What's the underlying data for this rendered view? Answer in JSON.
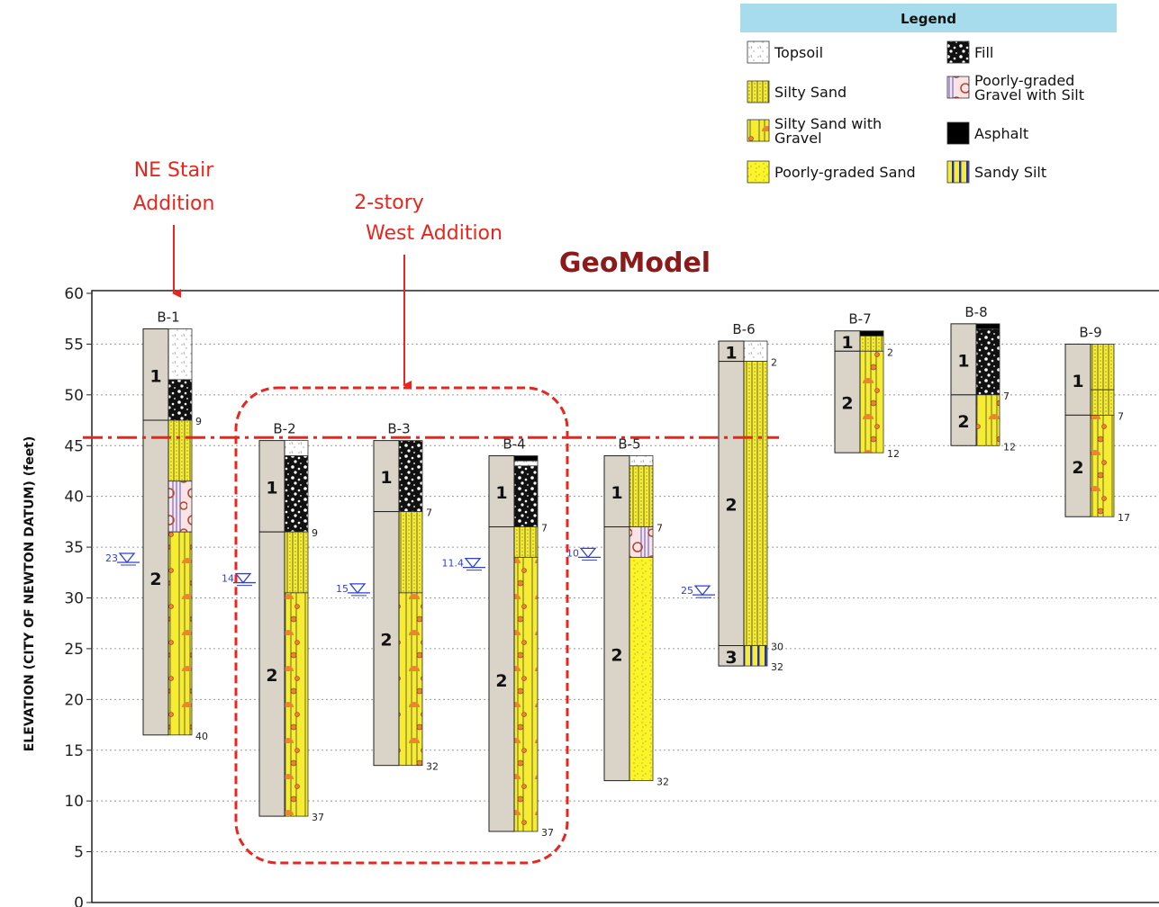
{
  "chart_data": {
    "type": "boring-log",
    "title": "GeoModel",
    "ylabel": "ELEVATION (CITY OF NEWTON DATUM) (feet)",
    "ylim": [
      0,
      60
    ],
    "yticks": [
      0,
      5,
      10,
      15,
      20,
      25,
      30,
      35,
      40,
      45,
      50,
      55,
      60
    ],
    "grid": true,
    "legend": {
      "title": "Legend",
      "items": [
        {
          "label": "Topsoil",
          "pattern": "topsoil"
        },
        {
          "label": "Fill",
          "pattern": "fill"
        },
        {
          "label": "Silty Sand",
          "pattern": "silty_sand"
        },
        {
          "label": "Poorly-graded Gravel with Silt",
          "pattern": "gravel_silt"
        },
        {
          "label": "Silty Sand with Gravel",
          "pattern": "silty_sand_gravel"
        },
        {
          "label": "Asphalt",
          "pattern": "asphalt"
        },
        {
          "label": "Poorly-graded Sand",
          "pattern": "pg_sand"
        },
        {
          "label": "Sandy Silt",
          "pattern": "sandy_silt"
        }
      ]
    },
    "borings": [
      {
        "name": "B-1",
        "top": 56.5,
        "units": [
          {
            "label": "1",
            "top": 56.5,
            "bottom": 47.5
          },
          {
            "label": "2",
            "top": 47.5,
            "bottom": 16.5
          }
        ],
        "layers": [
          {
            "mat": "topsoil",
            "top": 56.5,
            "bottom": 51.5
          },
          {
            "mat": "fill",
            "top": 51.5,
            "bottom": 47.5
          },
          {
            "mat": "silty_sand",
            "top": 47.5,
            "bottom": 41.5
          },
          {
            "mat": "gravel_silt",
            "top": 41.5,
            "bottom": 36.5
          },
          {
            "mat": "silty_sand_gravel",
            "top": 36.5,
            "bottom": 16.5
          }
        ],
        "depth_labels": [
          {
            "text": "9",
            "elev": 47.5
          },
          {
            "text": "40",
            "elev": 16.5
          }
        ],
        "water": {
          "text": "23",
          "elev": 33.5
        }
      },
      {
        "name": "B-2",
        "top": 45.5,
        "units": [
          {
            "label": "1",
            "top": 45.5,
            "bottom": 36.5
          },
          {
            "label": "2",
            "top": 36.5,
            "bottom": 8.5
          }
        ],
        "layers": [
          {
            "mat": "topsoil",
            "top": 45.5,
            "bottom": 44.0
          },
          {
            "mat": "fill",
            "top": 44.0,
            "bottom": 36.5
          },
          {
            "mat": "silty_sand",
            "top": 36.5,
            "bottom": 30.5
          },
          {
            "mat": "silty_sand_gravel",
            "top": 30.5,
            "bottom": 8.5
          }
        ],
        "depth_labels": [
          {
            "text": "9",
            "elev": 36.5
          },
          {
            "text": "37",
            "elev": 8.5
          }
        ],
        "water": {
          "text": "14",
          "elev": 31.5
        }
      },
      {
        "name": "B-3",
        "top": 45.5,
        "units": [
          {
            "label": "1",
            "top": 45.5,
            "bottom": 38.5
          },
          {
            "label": "2",
            "top": 38.5,
            "bottom": 13.5
          }
        ],
        "layers": [
          {
            "mat": "fill",
            "top": 45.5,
            "bottom": 38.5
          },
          {
            "mat": "silty_sand",
            "top": 38.5,
            "bottom": 30.5
          },
          {
            "mat": "silty_sand_gravel",
            "top": 30.5,
            "bottom": 13.5
          }
        ],
        "depth_labels": [
          {
            "text": "7",
            "elev": 38.5
          },
          {
            "text": "32",
            "elev": 13.5
          }
        ],
        "water": {
          "text": "15",
          "elev": 30.5
        }
      },
      {
        "name": "B-4",
        "top": 44.0,
        "units": [
          {
            "label": "1",
            "top": 44.0,
            "bottom": 37.0
          },
          {
            "label": "2",
            "top": 37.0,
            "bottom": 7.0
          }
        ],
        "layers": [
          {
            "mat": "asphalt",
            "top": 44.0,
            "bottom": 43.5
          },
          {
            "mat": "topsoil",
            "top": 43.5,
            "bottom": 43.0
          },
          {
            "mat": "fill",
            "top": 43.0,
            "bottom": 37.0
          },
          {
            "mat": "silty_sand",
            "top": 37.0,
            "bottom": 34.0
          },
          {
            "mat": "silty_sand_gravel",
            "top": 34.0,
            "bottom": 7.0
          }
        ],
        "depth_labels": [
          {
            "text": "7",
            "elev": 37.0
          },
          {
            "text": "37",
            "elev": 7.0
          }
        ],
        "water": {
          "text": "11.4",
          "elev": 33.0
        }
      },
      {
        "name": "B-5",
        "top": 44.0,
        "units": [
          {
            "label": "1",
            "top": 44.0,
            "bottom": 37.0
          },
          {
            "label": "2",
            "top": 37.0,
            "bottom": 12.0
          }
        ],
        "layers": [
          {
            "mat": "topsoil",
            "top": 44.0,
            "bottom": 43.0
          },
          {
            "mat": "silty_sand",
            "top": 43.0,
            "bottom": 37.0
          },
          {
            "mat": "gravel_silt",
            "top": 37.0,
            "bottom": 34.0
          },
          {
            "mat": "pg_sand",
            "top": 34.0,
            "bottom": 12.0
          }
        ],
        "depth_labels": [
          {
            "text": "7",
            "elev": 37.0
          },
          {
            "text": "32",
            "elev": 12.0
          }
        ],
        "water": {
          "text": "10",
          "elev": 34.0
        }
      },
      {
        "name": "B-6",
        "top": 55.3,
        "units": [
          {
            "label": "1",
            "top": 55.3,
            "bottom": 53.3
          },
          {
            "label": "2",
            "top": 53.3,
            "bottom": 25.3
          },
          {
            "label": "3",
            "top": 25.3,
            "bottom": 23.3
          }
        ],
        "layers": [
          {
            "mat": "topsoil",
            "top": 55.3,
            "bottom": 53.3
          },
          {
            "mat": "silty_sand",
            "top": 53.3,
            "bottom": 25.3
          },
          {
            "mat": "sandy_silt",
            "top": 25.3,
            "bottom": 23.3
          }
        ],
        "depth_labels": [
          {
            "text": "2",
            "elev": 53.3
          },
          {
            "text": "30",
            "elev": 25.3
          },
          {
            "text": "32",
            "elev": 23.3
          }
        ],
        "water": {
          "text": "25",
          "elev": 30.3
        }
      },
      {
        "name": "B-7",
        "top": 56.3,
        "units": [
          {
            "label": "1",
            "top": 56.3,
            "bottom": 54.3
          },
          {
            "label": "2",
            "top": 54.3,
            "bottom": 44.3
          }
        ],
        "layers": [
          {
            "mat": "asphalt",
            "top": 56.3,
            "bottom": 55.8
          },
          {
            "mat": "silty_sand",
            "top": 55.8,
            "bottom": 54.3
          },
          {
            "mat": "silty_sand_gravel",
            "top": 54.3,
            "bottom": 44.3
          }
        ],
        "depth_labels": [
          {
            "text": "2",
            "elev": 54.3
          },
          {
            "text": "12",
            "elev": 44.3
          }
        ],
        "water": null
      },
      {
        "name": "B-8",
        "top": 57.0,
        "units": [
          {
            "label": "1",
            "top": 57.0,
            "bottom": 50.0
          },
          {
            "label": "2",
            "top": 50.0,
            "bottom": 45.0
          }
        ],
        "layers": [
          {
            "mat": "asphalt",
            "top": 57.0,
            "bottom": 56.5
          },
          {
            "mat": "fill",
            "top": 56.5,
            "bottom": 50.0
          },
          {
            "mat": "silty_sand_gravel",
            "top": 50.0,
            "bottom": 45.0
          }
        ],
        "depth_labels": [
          {
            "text": "7",
            "elev": 50.0
          },
          {
            "text": "12",
            "elev": 45.0
          }
        ],
        "water": null
      },
      {
        "name": "B-9",
        "top": 55.0,
        "units": [
          {
            "label": "1",
            "top": 55.0,
            "bottom": 48.0
          },
          {
            "label": "2",
            "top": 48.0,
            "bottom": 38.0
          }
        ],
        "layers": [
          {
            "mat": "silty_sand",
            "top": 55.0,
            "bottom": 50.5
          },
          {
            "mat": "silty_sand",
            "top": 50.5,
            "bottom": 48.0
          },
          {
            "mat": "silty_sand_gravel",
            "top": 48.0,
            "bottom": 38.0
          }
        ],
        "depth_labels": [
          {
            "text": "7",
            "elev": 48.0
          },
          {
            "text": "17",
            "elev": 38.0
          }
        ],
        "water": null
      }
    ],
    "annotations": {
      "ne_stair": {
        "lines": [
          "NE Stair",
          "Addition"
        ],
        "boring": "B-1"
      },
      "west_addition": {
        "lines": [
          "2-story",
          "West Addition"
        ],
        "borings": [
          "B-2",
          "B-3",
          "B-4"
        ]
      },
      "reference_elevation": 45.8
    }
  },
  "colors": {
    "title": "#8b1a1a",
    "annotation_red": "#e8261d",
    "legend_header": "#a6dcec",
    "unit_column": "#d9d4c7",
    "water_symbol": "#2f3fd6",
    "silty_sand_fill": "#f6ec33",
    "gravel_dot": "#e9872f"
  },
  "icons": [
    "water-table-icon",
    "arrow-down-icon"
  ]
}
